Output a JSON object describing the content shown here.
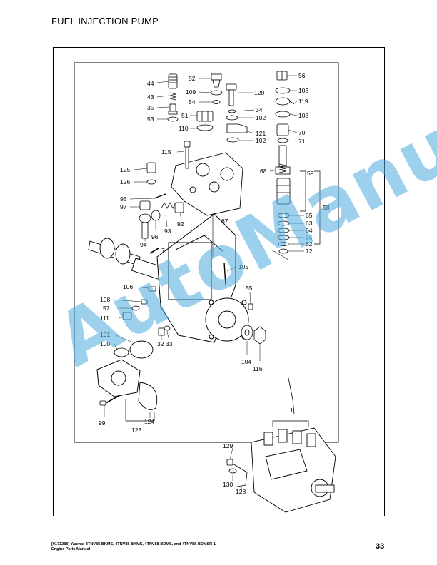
{
  "header": {
    "title": "FUEL INJECTION PUMP"
  },
  "callouts": [
    {
      "id": "c44",
      "label": "44"
    },
    {
      "id": "c43",
      "label": "43"
    },
    {
      "id": "c35",
      "label": "35"
    },
    {
      "id": "c53",
      "label": "53"
    },
    {
      "id": "c52",
      "label": "52"
    },
    {
      "id": "c109",
      "label": "109"
    },
    {
      "id": "c54",
      "label": "54"
    },
    {
      "id": "c51",
      "label": "51"
    },
    {
      "id": "c110",
      "label": "110"
    },
    {
      "id": "c120",
      "label": "120"
    },
    {
      "id": "c34",
      "label": "34"
    },
    {
      "id": "c102a",
      "label": "102"
    },
    {
      "id": "c121",
      "label": "121"
    },
    {
      "id": "c102b",
      "label": "102"
    },
    {
      "id": "c56",
      "label": "56"
    },
    {
      "id": "c103a",
      "label": "103"
    },
    {
      "id": "c119",
      "label": "119"
    },
    {
      "id": "c103b",
      "label": "103"
    },
    {
      "id": "c70",
      "label": "70"
    },
    {
      "id": "c71",
      "label": "71"
    },
    {
      "id": "c115",
      "label": "115"
    },
    {
      "id": "c125",
      "label": "125"
    },
    {
      "id": "c126",
      "label": "126"
    },
    {
      "id": "c68",
      "label": "68"
    },
    {
      "id": "c59",
      "label": "59"
    },
    {
      "id": "c95",
      "label": "95"
    },
    {
      "id": "c97",
      "label": "97"
    },
    {
      "id": "c92",
      "label": "92"
    },
    {
      "id": "c93",
      "label": "93"
    },
    {
      "id": "c96",
      "label": "96"
    },
    {
      "id": "c67",
      "label": "67"
    },
    {
      "id": "c94",
      "label": "94"
    },
    {
      "id": "c7",
      "label": "7"
    },
    {
      "id": "c65",
      "label": "65"
    },
    {
      "id": "c63",
      "label": "63"
    },
    {
      "id": "c64",
      "label": "64"
    },
    {
      "id": "c66",
      "label": "66"
    },
    {
      "id": "c62",
      "label": "62"
    },
    {
      "id": "c72",
      "label": "72"
    },
    {
      "id": "c58",
      "label": "58"
    },
    {
      "id": "c105",
      "label": "105"
    },
    {
      "id": "c106",
      "label": "106"
    },
    {
      "id": "c55",
      "label": "55"
    },
    {
      "id": "c108",
      "label": "108"
    },
    {
      "id": "c57",
      "label": "57"
    },
    {
      "id": "c111",
      "label": "111"
    },
    {
      "id": "c32",
      "label": "32"
    },
    {
      "id": "c33",
      "label": "33"
    },
    {
      "id": "c101",
      "label": "101"
    },
    {
      "id": "c100",
      "label": "100"
    },
    {
      "id": "c104",
      "label": "104"
    },
    {
      "id": "c116",
      "label": "116"
    },
    {
      "id": "c99",
      "label": "99"
    },
    {
      "id": "c124",
      "label": "124"
    },
    {
      "id": "c123",
      "label": "123"
    },
    {
      "id": "c129",
      "label": "129"
    },
    {
      "id": "c130",
      "label": "130"
    },
    {
      "id": "c128",
      "label": "128"
    },
    {
      "id": "c1",
      "label": "1"
    }
  ],
  "watermark": {
    "text": "AutoManual"
  },
  "footer": {
    "caption_line1": "[9173288] Yanmar 3TNV88-BKMS, 4TNV88-BKMS, 4TNV88-BDMS, and 4TNV88-BDMSR-1",
    "caption_line2": "Engine Parts Manual",
    "page_number": "33"
  },
  "colors": {
    "watermark": "#4aaadc",
    "ink": "#000000",
    "highlight_callout": "#2a7fc0"
  }
}
